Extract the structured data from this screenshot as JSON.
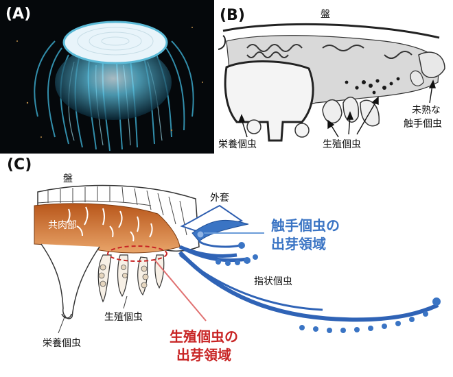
{
  "panels": {
    "a": {
      "label": "(A)"
    },
    "b": {
      "label": "(B)",
      "disc": "盤",
      "gastrozooid": "栄養個虫",
      "gonozooid": "生殖個虫",
      "immature_tentacle_zooid_line1": "未熟な",
      "immature_tentacle_zooid_line2": "触手個虫"
    },
    "c": {
      "label": "(C)",
      "disc": "盤",
      "mantle": "外套",
      "coenosarc": "共肉部",
      "tentacle_budding_line1": "触手個虫の",
      "tentacle_budding_line2": "出芽領域",
      "dactylozooid": "指状個虫",
      "gonozooid": "生殖個虫",
      "gastrozooid": "栄養個虫",
      "gonozooid_budding_line1": "生殖個虫の",
      "gonozooid_budding_line2": "出芽領域"
    }
  },
  "colors": {
    "blue": "#3a74c4",
    "red": "#c82424",
    "orange": "#c9691c"
  }
}
